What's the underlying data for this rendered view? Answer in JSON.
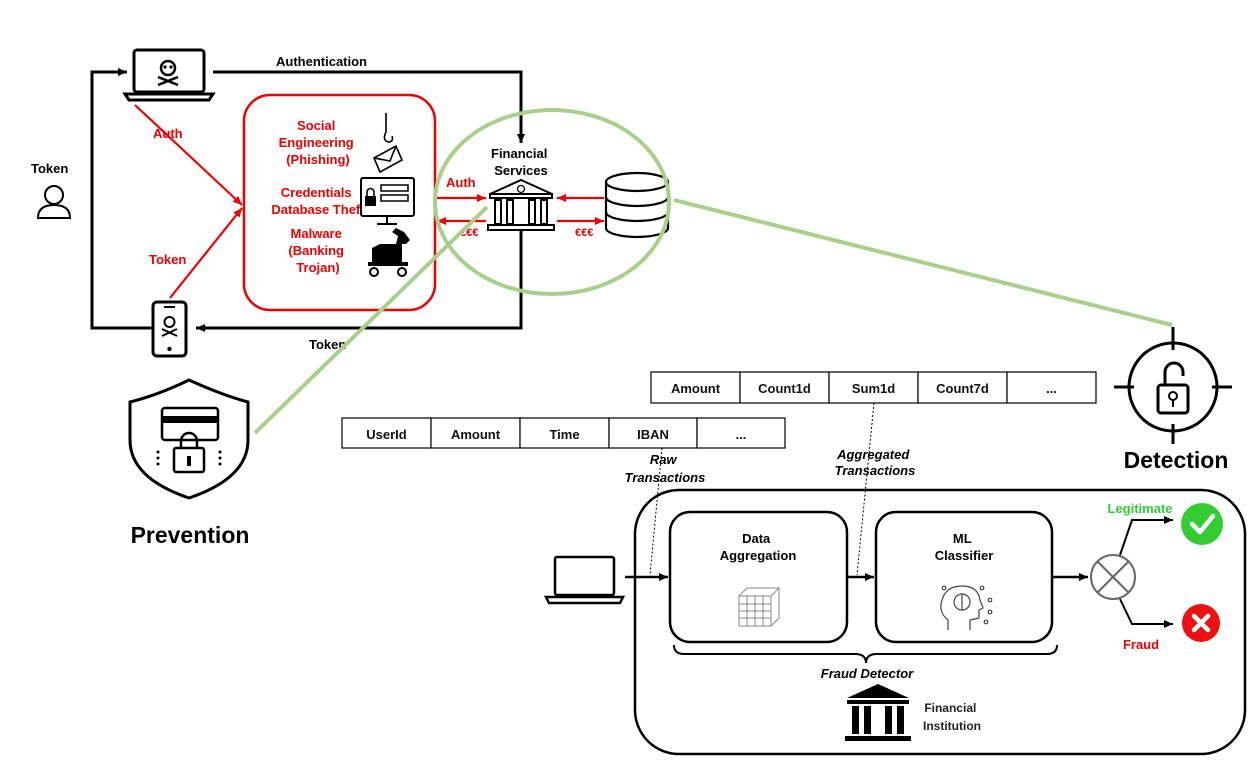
{
  "top_labels": {
    "authentication": "Authentication",
    "token_left": "Token",
    "auth_red_top": "Auth",
    "token_red": "Token",
    "token_bottom": "Token",
    "financial_services": [
      "Financial",
      "Services"
    ],
    "auth_to_bank": "Auth",
    "eur_left": "€€€",
    "eur_right": "€€€"
  },
  "threats": {
    "social": [
      "Social",
      "Engineering",
      "(Phishing)"
    ],
    "credentials": [
      "Credentials",
      "Database Theft"
    ],
    "malware": [
      "Malware",
      "(Banking",
      "Trojan)"
    ]
  },
  "prevention_label": "Prevention",
  "detection_label": "Detection",
  "raw_table": {
    "columns": [
      "UserId",
      "Amount",
      "Time",
      "IBAN",
      "..."
    ],
    "caption": [
      "Raw",
      "Transactions"
    ]
  },
  "agg_table": {
    "columns": [
      "Amount",
      "Count1d",
      "Sum1d",
      "Count7d",
      "..."
    ],
    "caption": [
      "Aggregated",
      "Transactions"
    ]
  },
  "pipeline": {
    "data_aggregation": [
      "Data",
      "Aggregation"
    ],
    "ml_classifier": [
      "ML",
      "Classifier"
    ],
    "fraud_detector": "Fraud Detector",
    "legitimate": "Legitimate",
    "fraud": "Fraud",
    "institution": [
      "Financial",
      "Institution"
    ]
  },
  "colors": {
    "threat_red": "#ee0000",
    "highlight_green": "#a8d08d",
    "legit_green": "#33cc33",
    "fraud_red": "#ee1111"
  }
}
